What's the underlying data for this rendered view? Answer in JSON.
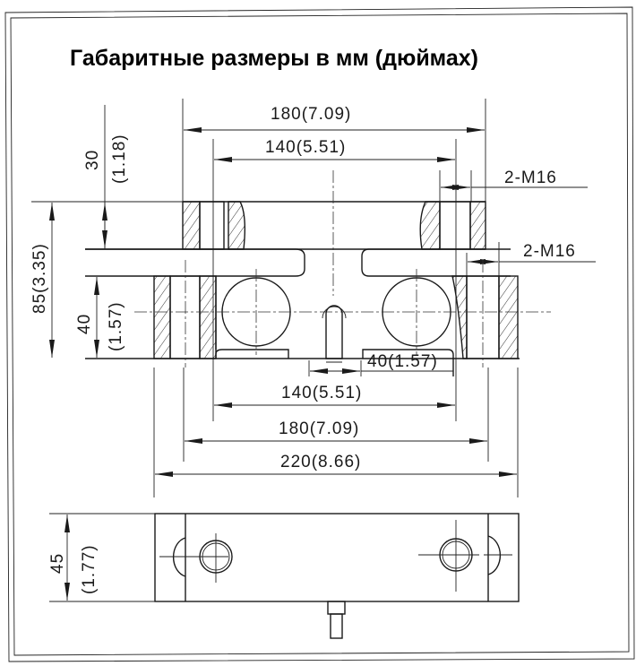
{
  "title": "Габаритные размеры в мм (дюймах)",
  "dimensions": {
    "top_outer_width": "180(7.09)",
    "top_hole_spacing": "140(5.51)",
    "thread_top": "2-M16",
    "thread_mid": "2-M16",
    "plate_height_mm": "30",
    "plate_height_in": "(1.18)",
    "total_height": "85(3.35)",
    "base_height_mm": "40",
    "base_height_in": "(1.57)",
    "pin_offset": "40(1.57)",
    "bottom_hole_spacing": "140(5.51)",
    "bottom_mid_width": "180(7.09)",
    "overall_width": "220(8.66)",
    "side_height_mm": "45",
    "side_height_in": "(1.77)"
  },
  "colors": {
    "ink": "#1a1a1a",
    "paper": "#ffffff"
  }
}
